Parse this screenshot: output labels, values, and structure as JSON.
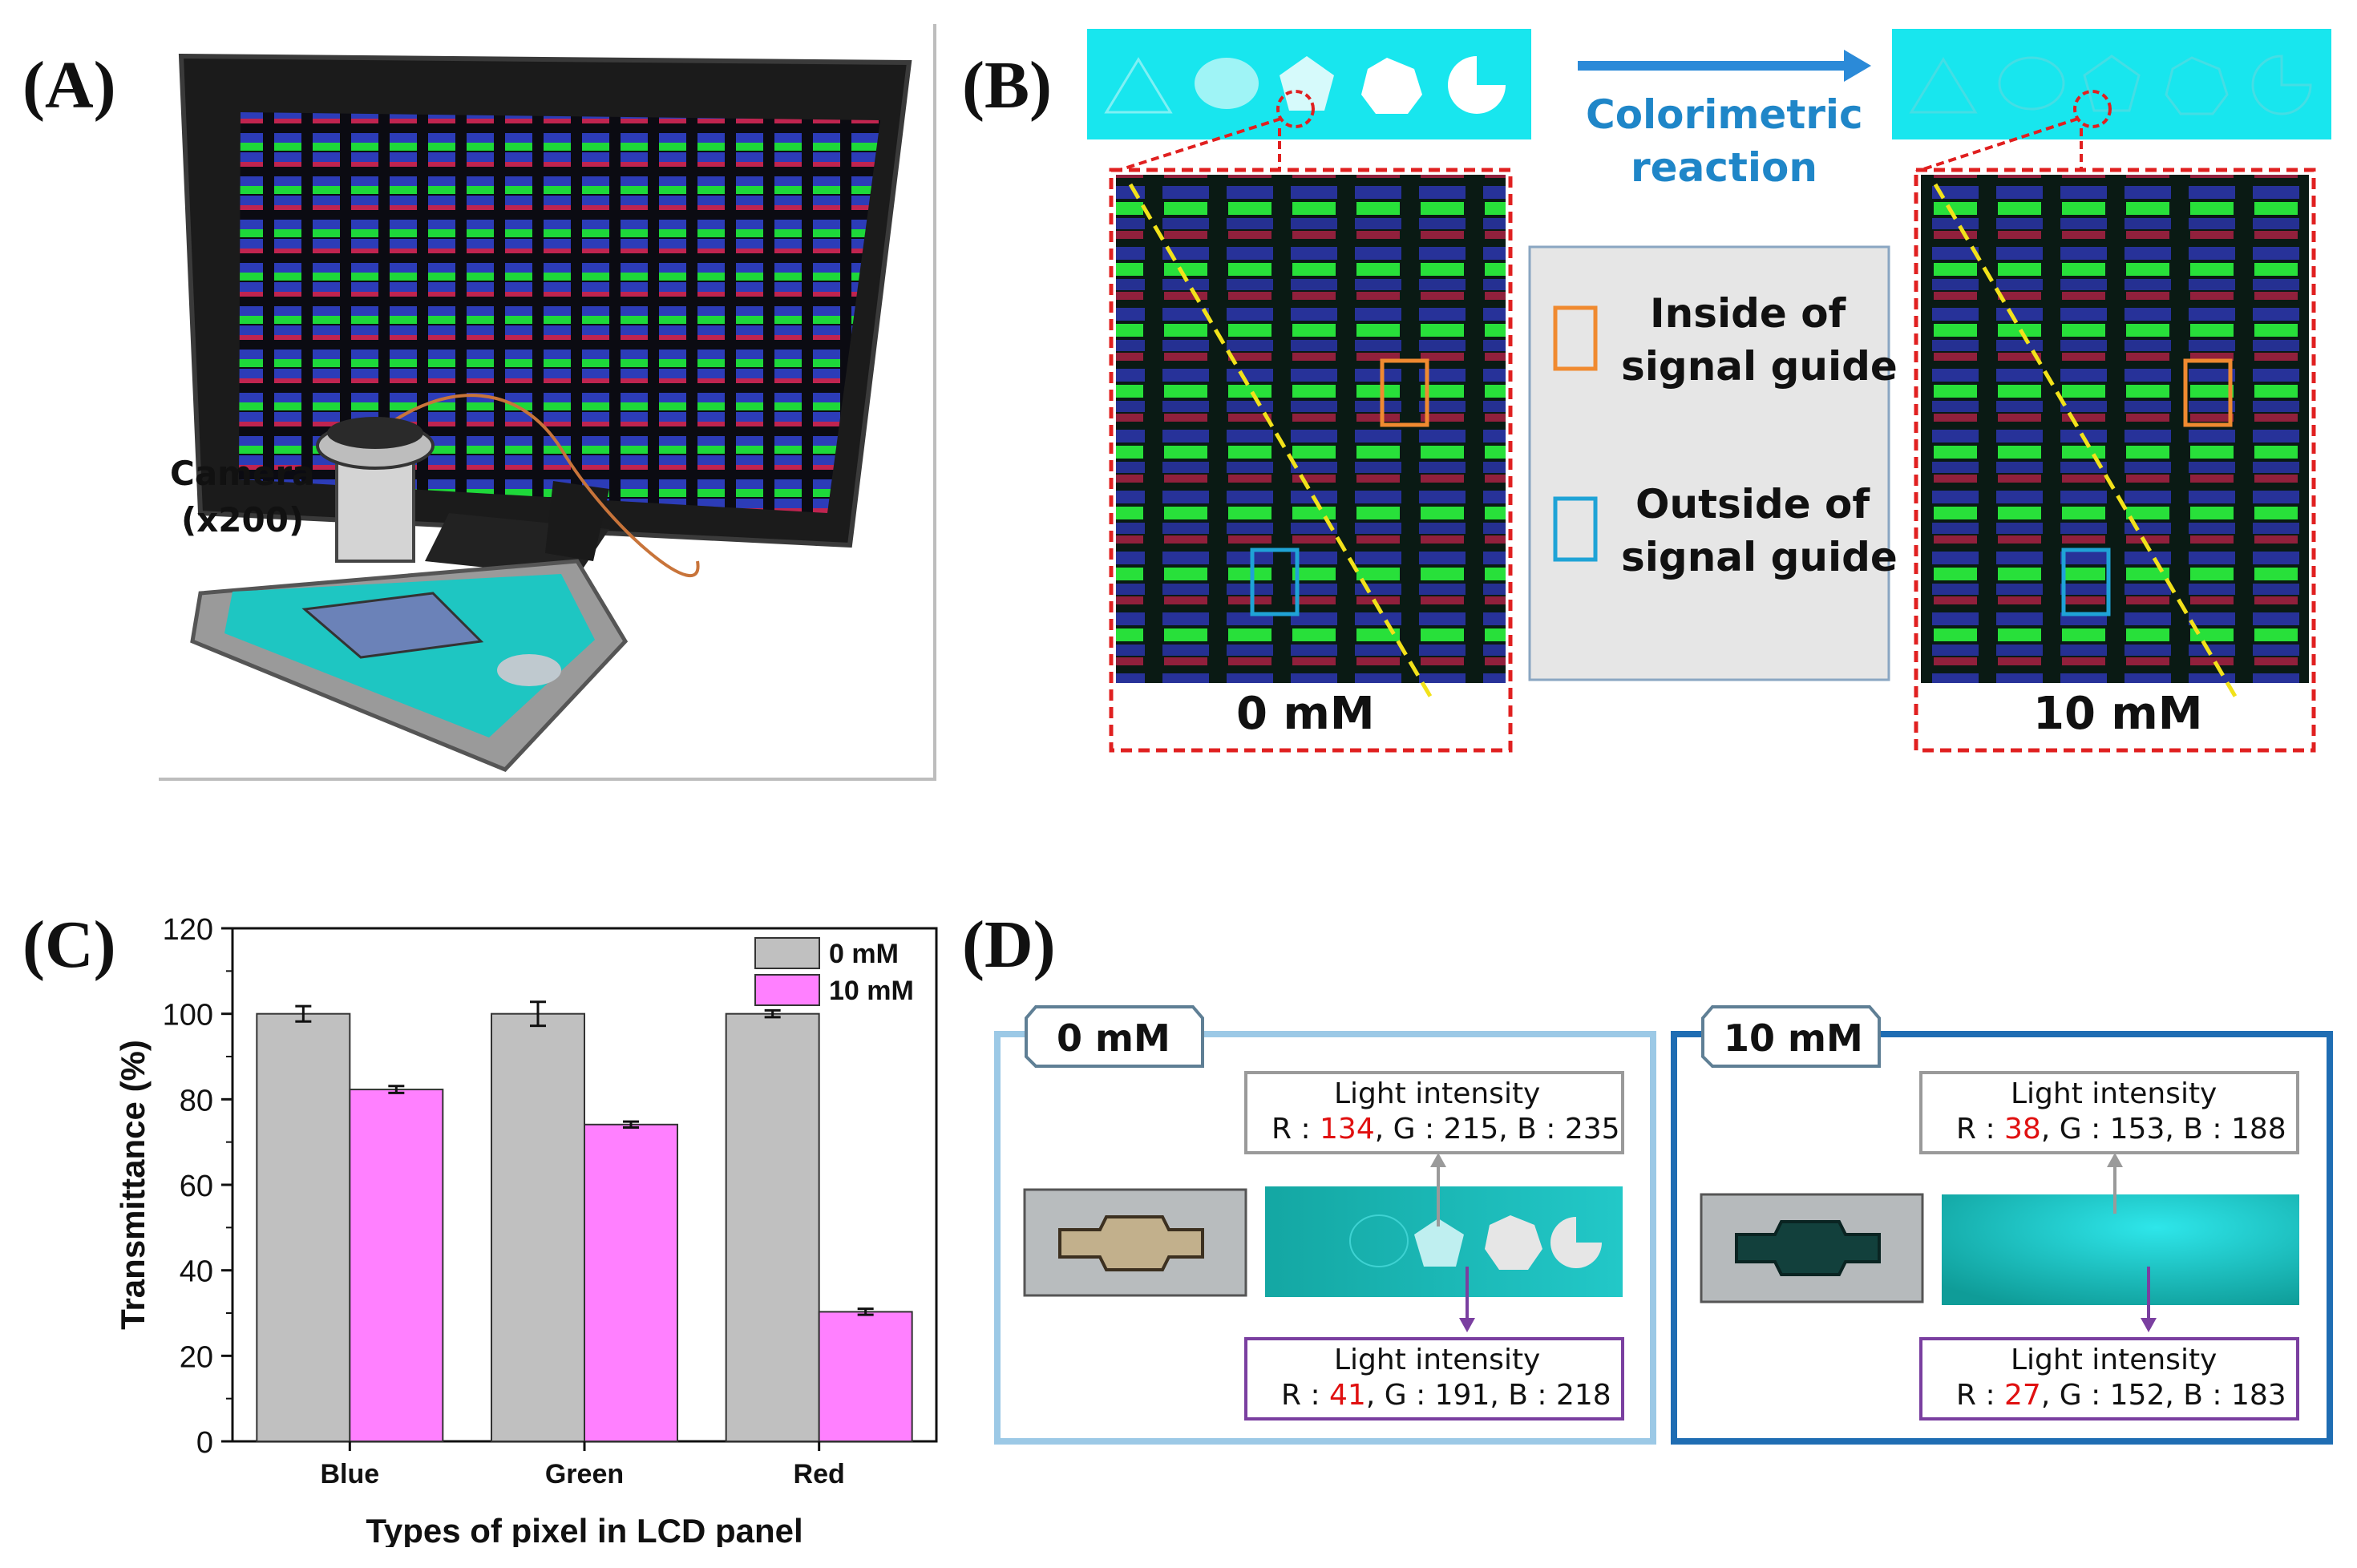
{
  "panels": {
    "a": {
      "letter": "(A)",
      "camera_label": "Camera",
      "camera_mag": "(x200)"
    },
    "b": {
      "letter": "(B)",
      "arrow_text_1": "Colorimetric",
      "arrow_text_2": "reaction",
      "legend_inside_1": "Inside of",
      "legend_inside_2": "signal guide",
      "legend_outside_1": "Outside of",
      "legend_outside_2": "signal guide",
      "left_conc": "0 mM",
      "right_conc": "10 mM",
      "colors": {
        "inside": "#f08a30",
        "outside": "#1fa3d6",
        "dash": "#e02020",
        "guide": "#f2e21a",
        "cyan": "#18e6ee"
      }
    },
    "c": {
      "letter": "(C)"
    },
    "d": {
      "letter": "(D)",
      "left": {
        "tag": "0 mM",
        "top_title": "Light intensity",
        "top_r_prefix": "R : ",
        "top_r": "134",
        "top_rest": ", G : 215, B : 235",
        "bot_title": "Light intensity",
        "bot_r_prefix": "R : ",
        "bot_r": "41",
        "bot_rest": ", G : 191, B : 218"
      },
      "right": {
        "tag": "10 mM",
        "top_title": "Light intensity",
        "top_r_prefix": "R : ",
        "top_r": "38",
        "top_rest": ", G : 153, B : 188",
        "bot_title": "Light intensity",
        "bot_r_prefix": "R : ",
        "bot_r": "27",
        "bot_rest": ", G : 152, B : 183"
      },
      "colors": {
        "left_frame": "#9cc9e6",
        "right_frame": "#1f6db3",
        "red_value": "#e01010"
      }
    }
  },
  "chart_data": {
    "type": "bar",
    "categories": [
      "Blue",
      "Green",
      "Red"
    ],
    "series": [
      {
        "name": "0 mM",
        "values": [
          100,
          100,
          100
        ],
        "errors": [
          1.8,
          2.8,
          0.8
        ],
        "color": "#c0c0c0"
      },
      {
        "name": "10 mM",
        "values": [
          82.3,
          74.1,
          30.3
        ],
        "errors": [
          0.8,
          0.7,
          0.7
        ],
        "color": "#ff80ff"
      }
    ],
    "xlabel": "Types of pixel in LCD panel",
    "ylabel": "Transmittance (%)",
    "ylim": [
      0,
      120
    ],
    "yticks": [
      "0",
      "20",
      "40",
      "60",
      "80",
      "100",
      "120"
    ],
    "legend_position": "top-right",
    "grid": false
  }
}
